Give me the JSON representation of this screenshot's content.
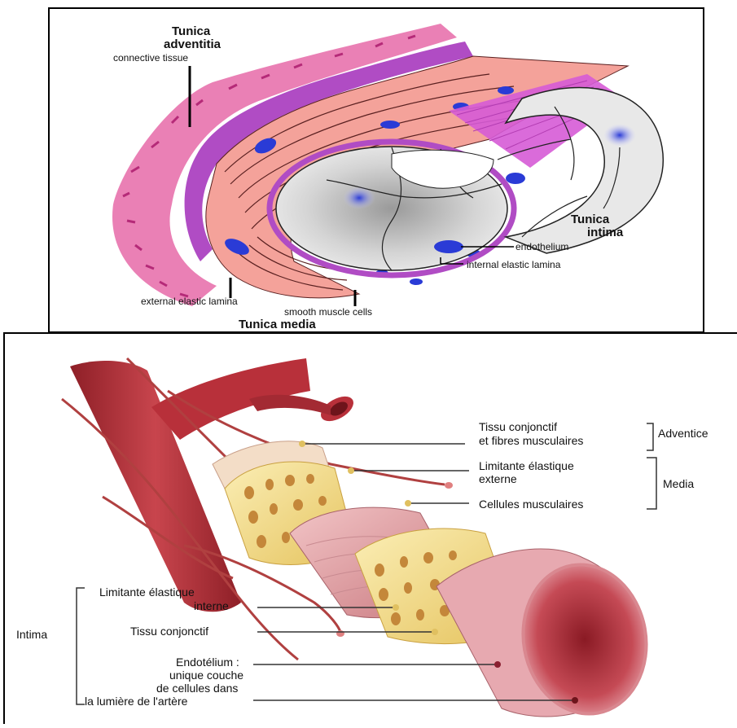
{
  "top_diagram": {
    "labels": {
      "tunica_adventitia_line1": "Tunica",
      "tunica_adventitia_line2": "adventitia",
      "connective_tissue": "connective tissue",
      "tunica_intima_line1": "Tunica",
      "tunica_intima_line2": "intima",
      "endothelium": "endothelium",
      "internal_elastic_lamina": "internal elastic lamina",
      "external_elastic_lamina": "external elastic lamina",
      "smooth_muscle_cells": "smooth muscle cells",
      "tunica_media": "Tunica media"
    }
  },
  "bottom_diagram": {
    "labels": {
      "tissu_conjonctif_fibres_line1": "Tissu conjonctif",
      "tissu_conjonctif_fibres_line2": "et fibres musculaires",
      "adventice": "Adventice",
      "limitante_externe_line1": "Limitante élastique",
      "limitante_externe_line2": "externe",
      "media": "Media",
      "cellules_musculaires": "Cellules musculaires",
      "limitante_interne_line1": "Limitante élastique",
      "limitante_interne_line2": "interne",
      "tissu_conjonctif": "Tissu conjonctif",
      "intima": "Intima",
      "endotelium_line1": "Endotélium :",
      "endotelium_line2": "unique couche",
      "endotelium_line3": "de cellules dans",
      "endotelium_line4": "la lumière de l'artère"
    }
  },
  "colors": {
    "adventitia_pink": "#e66aa8",
    "media_salmon": "#f4a29a",
    "lamina_purple": "#b04cc4",
    "nucleus_blue": "#2a3bd6",
    "intima_gray": "#dcdcdc",
    "artery_red": "#b8303a",
    "elastic_yellow": "#f3dc86",
    "muscle_pink": "#e7a9b0"
  }
}
